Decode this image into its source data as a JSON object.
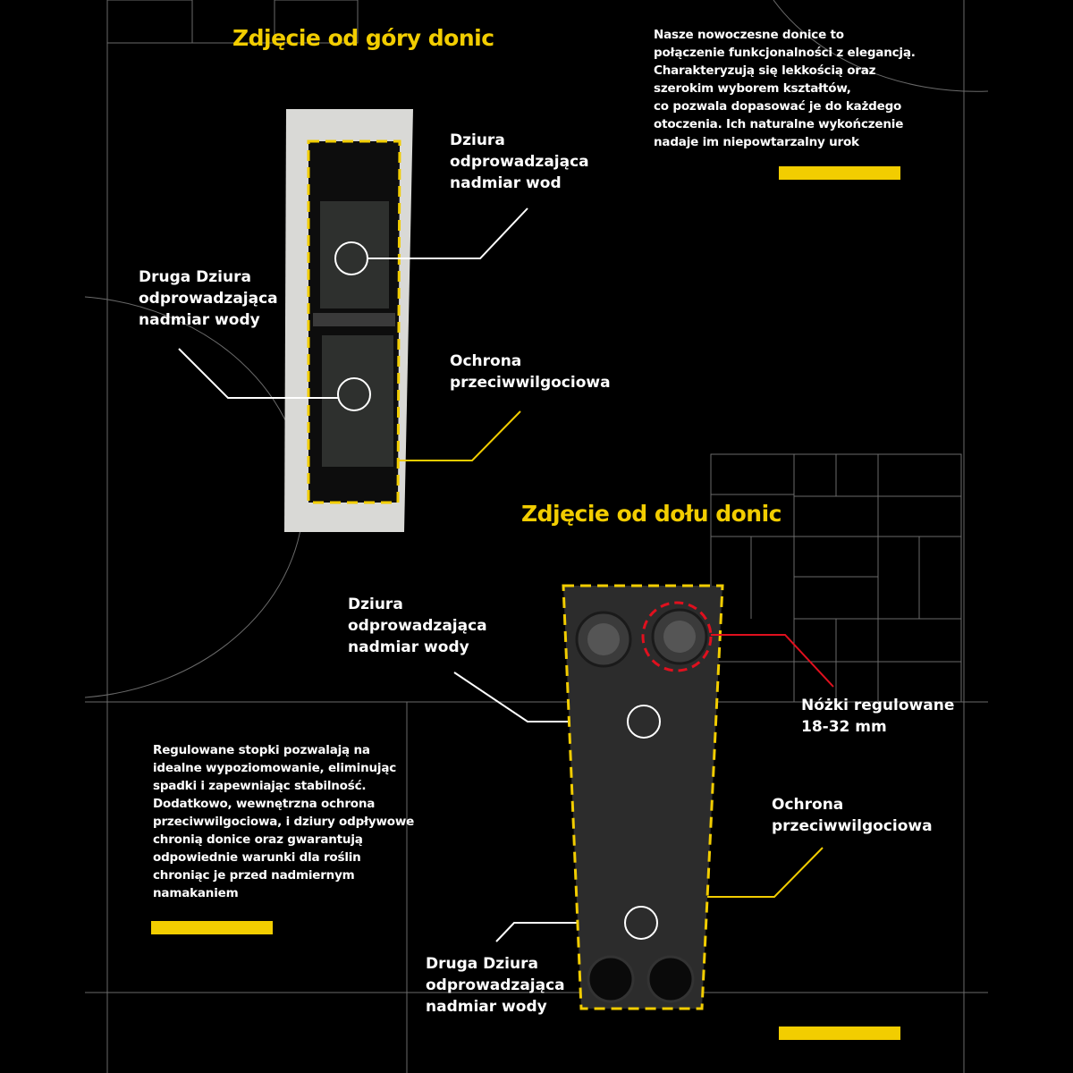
{
  "colors": {
    "accent": "#f2cd00",
    "highlight": "#e0101e",
    "background": "#000000"
  },
  "top_section": {
    "title": "Zdjęcie od góry donic",
    "label_hole": "Dziura\nodprowadzająca\nnadmiar wod",
    "label_second_hole": "Druga Dziura\nodprowadzająca\nnadmiar wody",
    "label_protection": "Ochrona\nprzeciwwilgociowa"
  },
  "description_top": "Nasze nowoczesne donice to\npołączenie funkcjonalności z elegancją.\nCharakteryzują się lekkością oraz\nszerokim wyborem kształtów,\nco pozwala dopasować je do każdego\notoczenia. Ich naturalne wykończenie\nnadaje im niepowtarzalny urok",
  "bottom_section": {
    "title": "Zdjęcie od dołu donic",
    "label_hole": "Dziura\nodprowadzająca\nnadmiar wody",
    "label_feet": "Nóżki regulowane\n18-32 mm",
    "label_protection": "Ochrona\nprzeciwwilgociowa",
    "label_second_hole": "Druga Dziura\nodprowadzająca\nnadmiar wody"
  },
  "description_bottom": "Regulowane stopki pozwalają na\nidealne wypoziomowanie, eliminując\nspadki i zapewniając stabilność.\nDodatkowo, wewnętrzna ochrona\nprzeciwwilgociowa, i dziury odpływowe\nchronią donice oraz gwarantują\nodpowiednie warunki dla roślin\nchroniąc je przed nadmiernym\nnamakaniem"
}
